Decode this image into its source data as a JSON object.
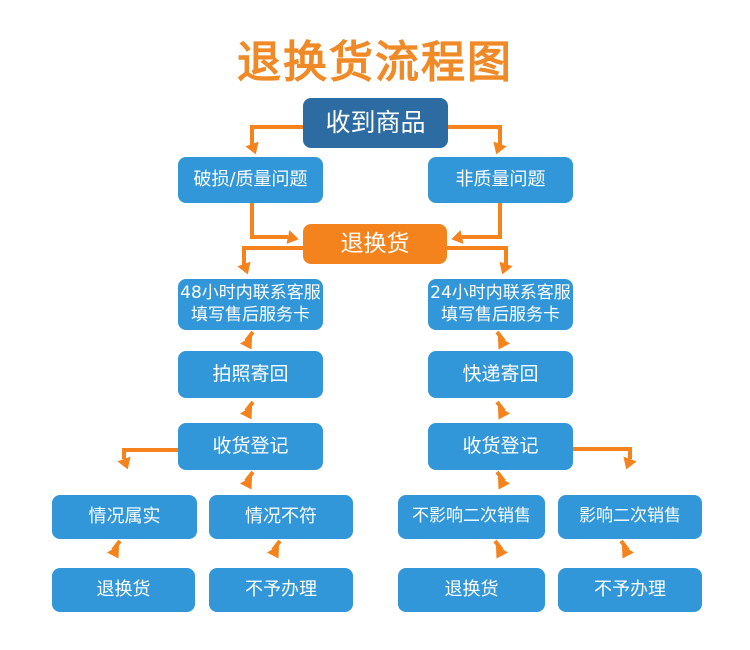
{
  "page": {
    "title": "退换货流程图",
    "background": "#ffffff"
  },
  "colors": {
    "title_orange": "#F08A27",
    "accent_orange": "#F5831D",
    "node_blue": "#3197D8",
    "node_dark_blue": "#2D6CA2",
    "node_text": "#FFFFFF"
  },
  "flowchart": {
    "nodes": [
      {
        "id": "receive_goods",
        "label": "收到商品"
      },
      {
        "id": "damaged_quality",
        "label": "破损/质量问题"
      },
      {
        "id": "non_quality",
        "label": "非质量问题"
      },
      {
        "id": "return_exchange",
        "label": "退换货"
      },
      {
        "id": "contact_48h",
        "label": "48小时内联系客服",
        "label2": "填写售后服务卡"
      },
      {
        "id": "contact_24h",
        "label": "24小时内联系客服",
        "label2": "填写售后服务卡"
      },
      {
        "id": "photo_send_back",
        "label": "拍照寄回"
      },
      {
        "id": "express_send_back",
        "label": "快递寄回"
      },
      {
        "id": "receipt_register_l",
        "label": "收货登记"
      },
      {
        "id": "receipt_register_r",
        "label": "收货登记"
      },
      {
        "id": "situation_true",
        "label": "情况属实"
      },
      {
        "id": "situation_false",
        "label": "情况不符"
      },
      {
        "id": "no_impact_resale",
        "label": "不影响二次销售"
      },
      {
        "id": "impact_resale",
        "label": "影响二次销售"
      },
      {
        "id": "result_return_l",
        "label": "退换货"
      },
      {
        "id": "result_reject_l",
        "label": "不予办理"
      },
      {
        "id": "result_return_r",
        "label": "退换货"
      },
      {
        "id": "result_reject_r",
        "label": "不予办理"
      }
    ],
    "edges": [
      {
        "from": "收到商品",
        "to": "破损/质量问题"
      },
      {
        "from": "收到商品",
        "to": "非质量问题"
      },
      {
        "from": "破损/质量问题",
        "to": "退换货"
      },
      {
        "from": "非质量问题",
        "to": "退换货"
      },
      {
        "from": "退换货",
        "to": "48小时内联系客服 填写售后服务卡"
      },
      {
        "from": "退换货",
        "to": "24小时内联系客服 填写售后服务卡"
      },
      {
        "from": "48小时内联系客服 填写售后服务卡",
        "to": "拍照寄回"
      },
      {
        "from": "24小时内联系客服 填写售后服务卡",
        "to": "快递寄回"
      },
      {
        "from": "拍照寄回",
        "to": "收货登记"
      },
      {
        "from": "快递寄回",
        "to": "收货登记"
      },
      {
        "from": "收货登记(左)",
        "to": "情况属实"
      },
      {
        "from": "收货登记(左)",
        "to": "情况不符"
      },
      {
        "from": "收货登记(右)",
        "to": "不影响二次销售"
      },
      {
        "from": "收货登记(右)",
        "to": "影响二次销售"
      },
      {
        "from": "情况属实",
        "to": "退换货"
      },
      {
        "from": "情况不符",
        "to": "不予办理"
      },
      {
        "from": "不影响二次销售",
        "to": "退换货"
      },
      {
        "from": "影响二次销售",
        "to": "不予办理"
      }
    ]
  }
}
